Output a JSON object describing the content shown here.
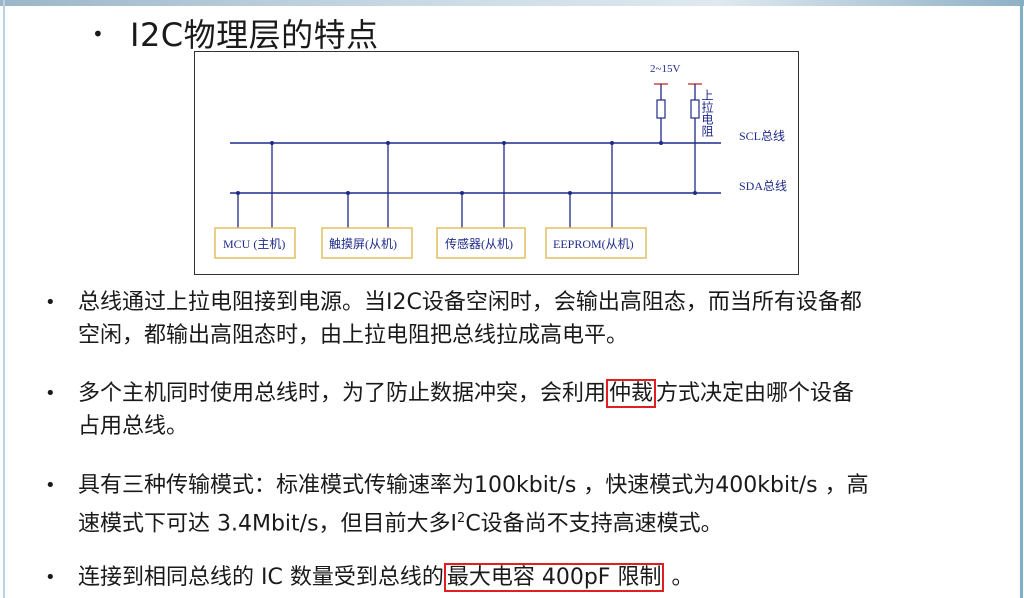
{
  "slide": {
    "title": "I2C物理层的特点"
  },
  "diagram": {
    "voltage_label": "2~15V",
    "pullup_label": "上拉电阻",
    "scl_label": "SCL总线",
    "sda_label": "SDA总线",
    "devices": [
      "MCU (主机)",
      "触摸屏(从机)",
      "传感器(从机)",
      "EEPROM(从机)"
    ]
  },
  "bullets": [
    {
      "line1": "总线通过上拉电阻接到电源。当I2C设备空闲时，会输出高阻态，而当所有设备都",
      "line2": "空闲，都输出高阻态时，由上拉电阻把总线拉成高电平。"
    },
    {
      "pre": "多个主机同时使用总线时，为了防止数据冲突，会利用",
      "highlight": "仲裁",
      "post": "方式决定由哪个设备",
      "line2": "占用总线。"
    },
    {
      "line1": "具有三种传输模式：标准模式传输速率为100kbit/s ，快速模式为400kbit/s ，高",
      "line2_pre": "速模式下可达 3.4Mbit/s，但目前大多I",
      "line2_sup": "2",
      "line2_post": "C设备尚不支持高速模式。"
    },
    {
      "pre": "连接到相同总线的 IC 数量受到总线的",
      "highlight": "最大电容 400pF 限制",
      "post": " 。"
    }
  ]
}
